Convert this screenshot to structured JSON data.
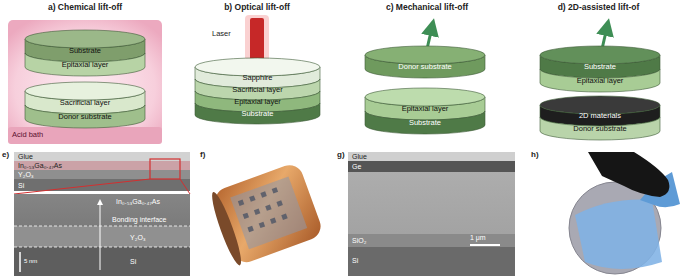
{
  "diagram": {
    "nodes": [
      {
        "text": [
          "Substrate"
        ]
      },
      {
        "text": [
          "Epitaxial layer"
        ]
      },
      {
        "text": [
          "Sacrificial layer"
        ]
      },
      {
        "text": [
          "Donor substrate"
        ]
      },
      {
        "text": [
          "Sapphire"
        ]
      },
      {
        "text": [
          "Sacrificial layer"
        ]
      },
      {
        "text": [
          "Epitaxial layer"
        ]
      },
      {
        "text": [
          "Substrate"
        ]
      },
      {
        "text": [
          "Donor substrate"
        ]
      },
      {
        "text": [
          "Epitaxial layer"
        ]
      },
      {
        "text": [
          "Substrate"
        ]
      },
      {
        "text": [
          "Substrate"
        ]
      },
      {
        "text": [
          "Epitaxial layer"
        ]
      },
      {
        "text": [
          "2D materials"
        ]
      },
      {
        "text": [
          "Donor substrate"
        ]
      }
    ],
    "labels": [
      "a) Chemical lift-off",
      "b) Optical lift-off",
      "c) Mechanical lift-off",
      "d) 2D-assisted lift-of",
      "Acid bath",
      "Laser",
      "e)",
      "Glue",
      "In₀.₅₃Ga₀.₄₇As",
      "Y₂O₃",
      "Si",
      "In₀.₅₃Ga₀.₄₇As",
      "Bonding interface",
      "Y₂O₃",
      "Si",
      "5 nm",
      "f)",
      "g)",
      "Glue",
      "Ge",
      "SiO₂",
      "Si",
      "1 μm",
      "h)"
    ]
  }
}
